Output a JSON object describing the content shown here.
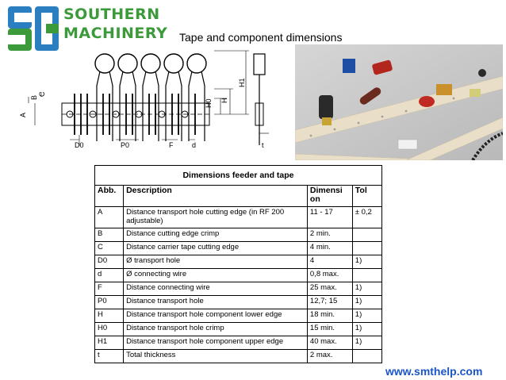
{
  "header": {
    "brand_line1": "SOUTHERN",
    "brand_line2": "MACHINERY",
    "title": "Tape and component dimensions",
    "brand_color": "#3c9a3a"
  },
  "diagram": {
    "labels": {
      "A": "A",
      "B": "B",
      "C": "C",
      "H": "H",
      "H0": "H0",
      "H1": "H1",
      "D0": "D0",
      "P0": "P0",
      "F": "F",
      "d": "d",
      "t": "t"
    }
  },
  "table": {
    "title": "Dimensions feeder and tape",
    "headers": {
      "abb": "Abb.",
      "description": "Description",
      "dimension": "Dimensi\non",
      "tol": "Tol"
    },
    "rows": [
      {
        "abb": "A",
        "description": "Distance transport hole cutting edge (in RF 200 adjustable)",
        "dimension": "11 - 17",
        "tol": "± 0,2"
      },
      {
        "abb": "B",
        "description": "Distance cutting edge crimp",
        "dimension": "2 min.",
        "tol": ""
      },
      {
        "abb": "C",
        "description": "Distance carrier tape cutting edge",
        "dimension": "4 min.",
        "tol": ""
      },
      {
        "abb": "D0",
        "description": "Ø transport hole",
        "dimension": "4",
        "tol": "1)"
      },
      {
        "abb": "d",
        "description": "Ø connecting wire",
        "dimension": "0,8 max.",
        "tol": ""
      },
      {
        "abb": "F",
        "description": "Distance connecting wire",
        "dimension": "25 max.",
        "tol": "1)"
      },
      {
        "abb": "P0",
        "description": "Distance transport hole",
        "dimension": "12,7; 15",
        "tol": "1)"
      },
      {
        "abb": "H",
        "description": "Distance transport hole component lower edge",
        "dimension": "18 min.",
        "tol": "1)"
      },
      {
        "abb": "H0",
        "description": "Distance transport hole crimp",
        "dimension": "15 min.",
        "tol": "1)"
      },
      {
        "abb": "H1",
        "description": "Distance transport hole component upper edge",
        "dimension": "40 max.",
        "tol": "1)"
      },
      {
        "abb": "t",
        "description": "Total thickness",
        "dimension": "2 max.",
        "tol": ""
      }
    ]
  },
  "footer": {
    "url": "www.smthelp.com",
    "url_color": "#1a55c9"
  }
}
